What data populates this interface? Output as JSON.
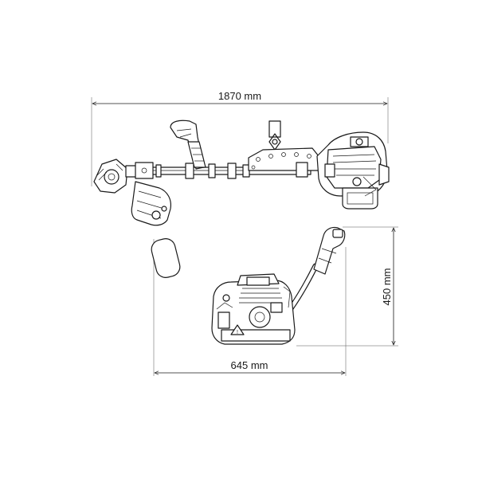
{
  "dimensions": {
    "length": "1870 mm",
    "width": "645 mm",
    "height": "450 mm"
  },
  "colors": {
    "line": "#1a1a1a",
    "background": "#ffffff"
  }
}
